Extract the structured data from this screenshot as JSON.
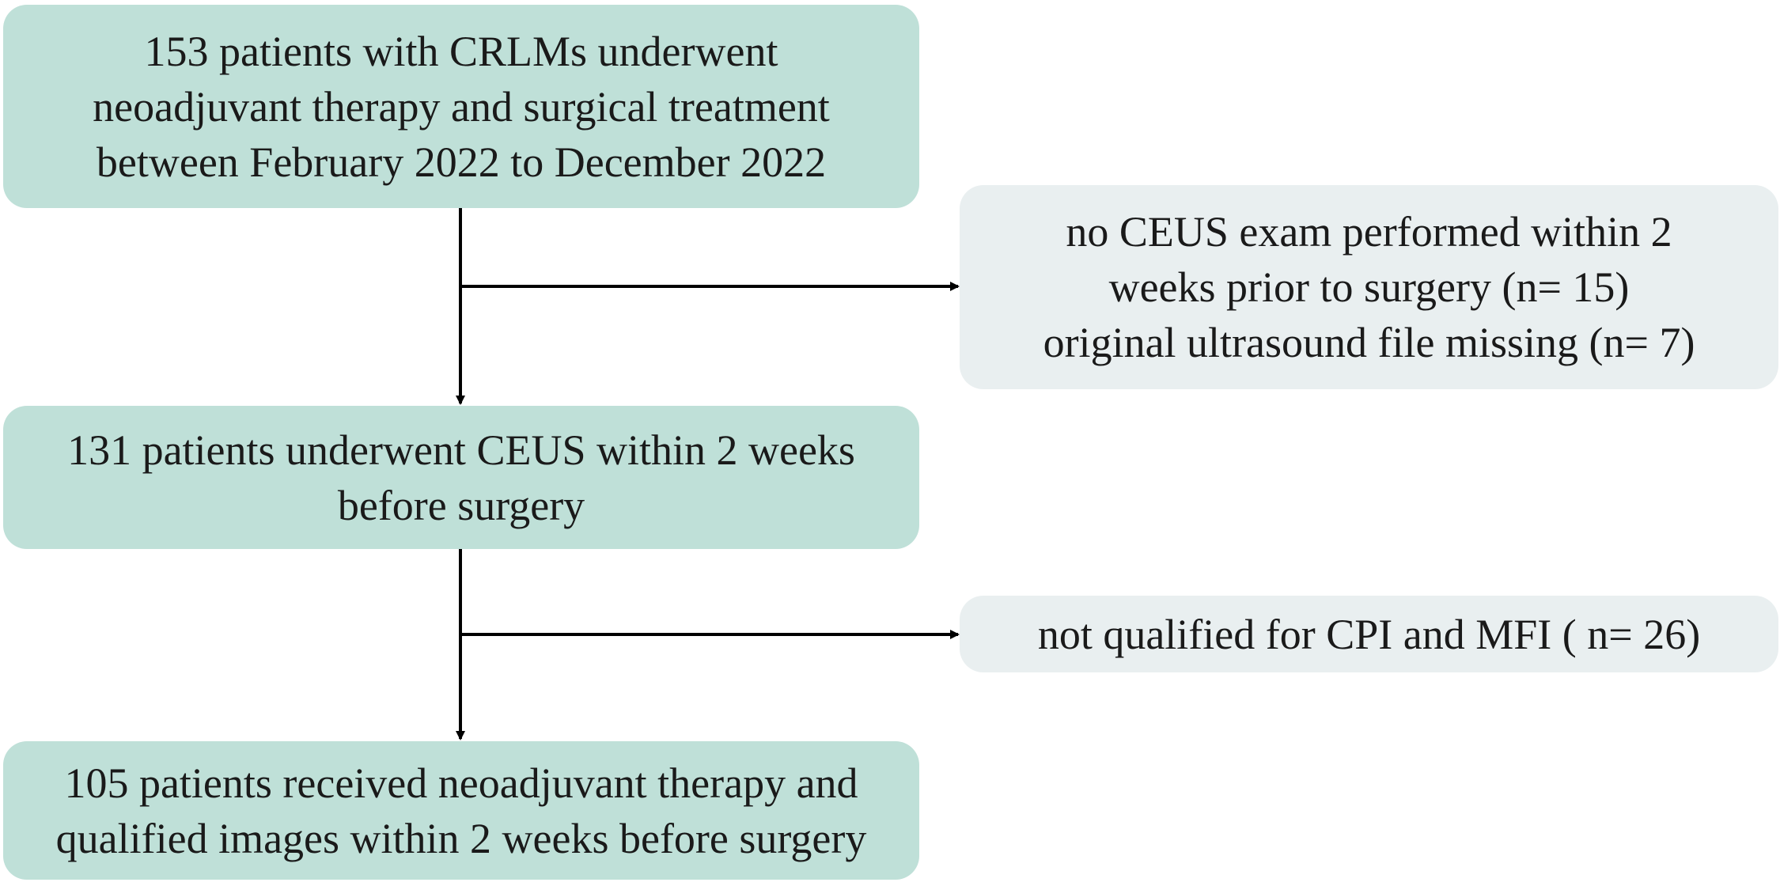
{
  "flowchart": {
    "box1": {
      "line1": "153 patients with CRLMs underwent",
      "line2": "neoadjuvant therapy and surgical treatment",
      "line3": "between February 2022 to December 2022"
    },
    "exclusion1": {
      "line1": "no CEUS exam performed within 2",
      "line2": "weeks prior to surgery (n= 15)",
      "line3": "original ultrasound file missing (n= 7)"
    },
    "box2": {
      "line1": "131 patients underwent CEUS within 2 weeks",
      "line2": "before surgery"
    },
    "exclusion2": {
      "line1": "not qualified for CPI and MFI ( n= 26)"
    },
    "box3": {
      "line1": "105 patients received neoadjuvant therapy and",
      "line2": "qualified images within 2 weeks before surgery"
    },
    "colors": {
      "main_box_fill": "#bfe0d8",
      "exclusion_box_fill": "#e9eff0",
      "arrow": "#000000"
    }
  }
}
